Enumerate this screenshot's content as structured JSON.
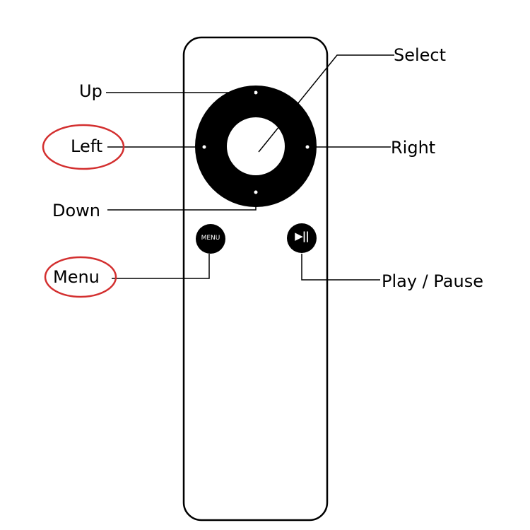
{
  "labels": {
    "up": "Up",
    "left": "Left",
    "down": "Down",
    "menu": "Menu",
    "select": "Select",
    "right": "Right",
    "play_pause": "Play / Pause"
  },
  "remote": {
    "menu_button_text": "MENU",
    "play_button_glyph": "▶||"
  },
  "colors": {
    "remote_outline": "#000000",
    "button_fill": "#000000",
    "highlight_circle": "#d32f2f"
  },
  "highlighted": [
    "Left",
    "Menu"
  ]
}
